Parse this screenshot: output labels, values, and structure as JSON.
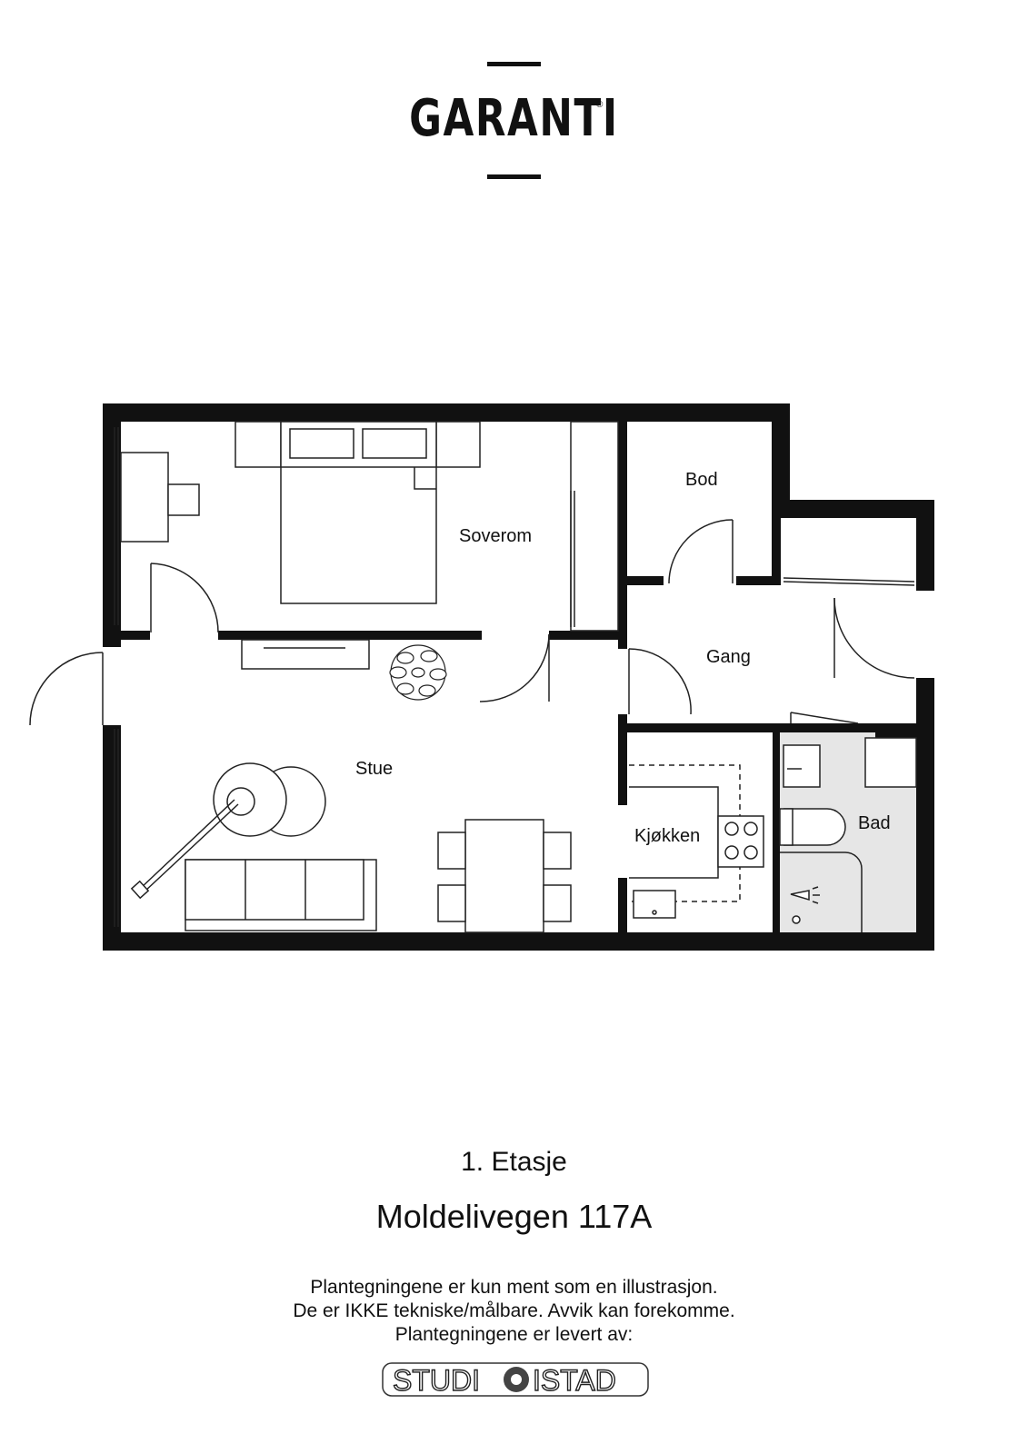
{
  "brand": {
    "name": "GARANTI",
    "mark": "®"
  },
  "rooms": {
    "bedroom": "Soverom",
    "storage": "Bod",
    "hall": "Gang",
    "living": "Stue",
    "kitchen": "Kjøkken",
    "bath": "Bad"
  },
  "footer": {
    "floor": "1. Etasje",
    "address": "Moldelivegen 117A",
    "note_lines": [
      "Plantegningene er kun ment som en illustrasjon.",
      "De er IKKE tekniske/målbare. Avvik kan forekomme.",
      "Plantegningene er levert av:"
    ],
    "studio_left": "STUDI",
    "studio_right": "ISTAD"
  },
  "colors": {
    "wall": "#111111",
    "bath_floor": "#e6e6e6",
    "line": "#222222"
  }
}
